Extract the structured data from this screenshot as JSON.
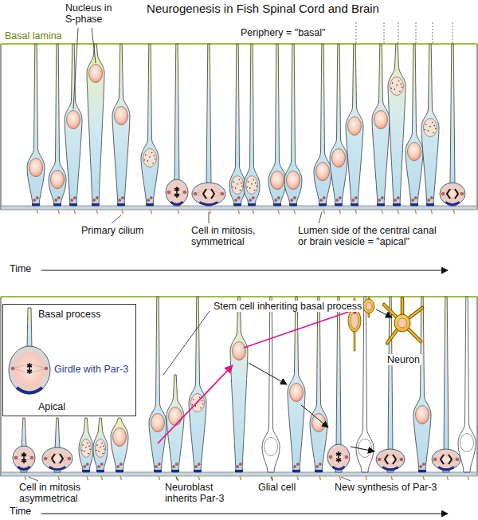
{
  "diagram": {
    "title": "Neurogenesis in Fish Spinal Cord and Brain",
    "nodes": [
      {
        "text": [
          "Basal process",
          "Girdle with Par-3",
          "Apical"
        ]
      }
    ],
    "labels": [
      "Basal lamina",
      "Nucleus in S-phase",
      "Periphery = \"basal\"",
      "Primary cilium",
      "Cell in mitosis, symmetrical",
      "Lumen side of the central canal or brain vesicle = \"apical\"",
      "Time",
      "Stem cell inheriting basal process",
      "Neuron",
      "Cell in mitosis asymmetrical",
      "Neuroblast inherits Par-3",
      "Glial cell",
      "New synthesis of Par-3",
      "Time"
    ]
  }
}
